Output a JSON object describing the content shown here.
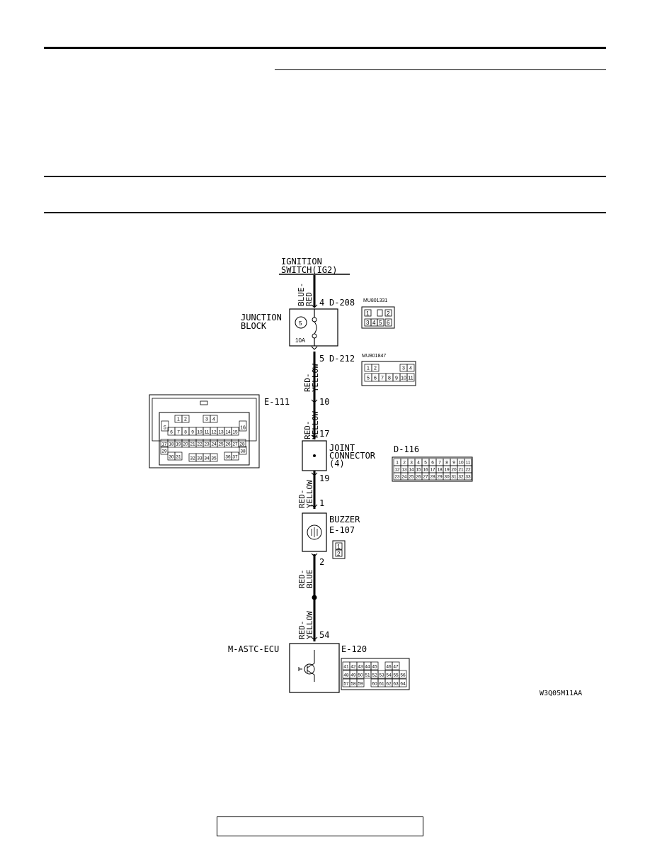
{
  "wires": {
    "w1": [
      "BLUE-",
      "RED"
    ],
    "w2": [
      "RED-",
      "YELLOW"
    ],
    "w3": [
      "RED-",
      "YELLOW"
    ],
    "w4": [
      "RED-",
      "YELLOW"
    ],
    "w5": [
      "RED-",
      "BLUE"
    ],
    "w6": [
      "RED-",
      "YELLOW"
    ]
  },
  "labels": {
    "ignition": [
      "IGNITION",
      "SWITCH(IG2)"
    ],
    "junction_block": [
      "JUNCTION",
      "BLOCK"
    ],
    "fuse_number": "5",
    "fuse_rating": "10A",
    "joint_connector": [
      "JOINT",
      "CONNECTOR",
      "(4)"
    ],
    "buzzer": "BUZZER",
    "ecu": "M-ASTC-ECU",
    "figure_code": "W3Q05M11AA"
  },
  "pins": {
    "p_d208": "4",
    "p_d212": "5",
    "p_10": "10",
    "p_17": "17",
    "p_19": "19",
    "p_1": "1",
    "p_2": "2",
    "p_54": "54"
  },
  "connectors": {
    "d208": {
      "id": "D-208",
      "part": "MU801331",
      "cells": [
        "1",
        "",
        "2",
        "3",
        "4",
        "5",
        "6"
      ]
    },
    "d212": {
      "id": "D-212",
      "part": "MU801847",
      "row1": [
        "1",
        "2",
        "",
        "",
        "",
        "3",
        "4"
      ],
      "row2": [
        "5",
        "6",
        "7",
        "8",
        "9",
        "10",
        "11"
      ]
    },
    "e111": {
      "id": "E-111",
      "row1": [
        "1",
        "2",
        "",
        "",
        "3",
        "4"
      ],
      "rows": [
        [
          "5",
          "",
          "",
          "",
          "",
          "",
          "",
          "",
          "",
          "",
          "16"
        ],
        [
          "6",
          "7",
          "8",
          "9",
          "10",
          "11",
          "12",
          "13",
          "14",
          "15"
        ],
        [
          "17",
          "18",
          "19",
          "20",
          "21",
          "22",
          "23",
          "24",
          "25",
          "26",
          "27",
          "28"
        ],
        [
          "29",
          "30",
          "31",
          "32",
          "33",
          "34",
          "35",
          "36",
          "37",
          "38"
        ]
      ]
    },
    "d116": {
      "id": "D-116",
      "rows": [
        [
          "1",
          "2",
          "3",
          "4",
          "5",
          "6",
          "7",
          "8",
          "9",
          "10",
          "11"
        ],
        [
          "12",
          "13",
          "14",
          "15",
          "16",
          "17",
          "18",
          "19",
          "20",
          "21",
          "22"
        ],
        [
          "23",
          "24",
          "25",
          "26",
          "27",
          "28",
          "29",
          "30",
          "31",
          "32",
          "33"
        ]
      ]
    },
    "e107": {
      "id": "E-107",
      "cells": [
        "1",
        "2"
      ]
    },
    "e120": {
      "id": "E-120",
      "rows": [
        [
          "41",
          "42",
          "43",
          "44",
          "45",
          "",
          "46",
          "47"
        ],
        [
          "48",
          "49",
          "50",
          "51",
          "52",
          "53",
          "54",
          "55",
          "56"
        ],
        [
          "57",
          "58",
          "59",
          "",
          "60",
          "61",
          "62",
          "63",
          "64"
        ]
      ]
    }
  },
  "colors": {
    "line": "#000000",
    "background": "#ffffff"
  }
}
